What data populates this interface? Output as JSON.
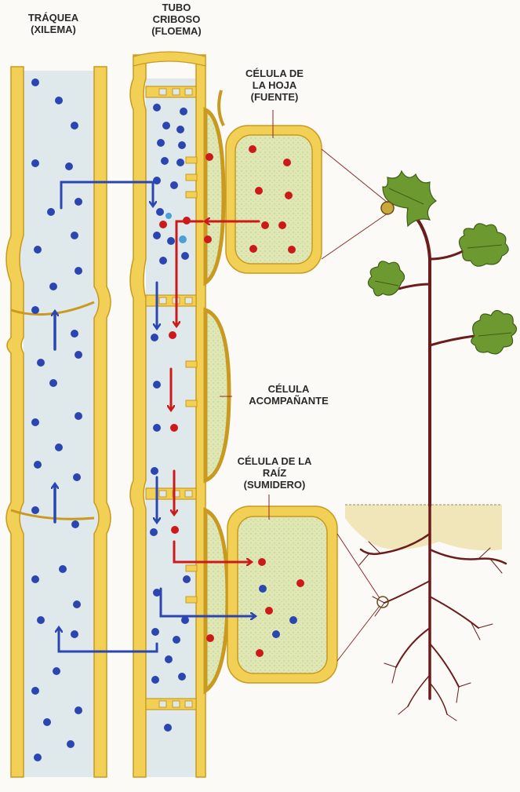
{
  "labels": {
    "xylem": [
      "TRÁQUEA",
      "(XILEMA)"
    ],
    "phloem": [
      "TUBO",
      "CRIBOSO",
      "(FLOEMA)"
    ],
    "source": [
      "CÉLULA DE",
      "LA HOJA",
      "(FUENTE)"
    ],
    "companion": [
      "CÉLULA",
      "ACOMPAÑANTE"
    ],
    "sink": [
      "CÉLULA DE LA",
      "RAÍZ",
      "(SUMIDERO)"
    ]
  },
  "colors": {
    "wall": "#f2cf55",
    "wall_edge": "#c99a1f",
    "cytoplasm": "#dfe9ec",
    "cell_green": "#dfe8b5",
    "water": "#2b46b0",
    "sugar": "#cc1a1a",
    "stem": "#6b1c1c",
    "leaf": "#6d9a30",
    "soil": "#f0e2b4"
  },
  "legend_semantics": {
    "blue-dot": "agua",
    "red-dot": "azúcar"
  }
}
